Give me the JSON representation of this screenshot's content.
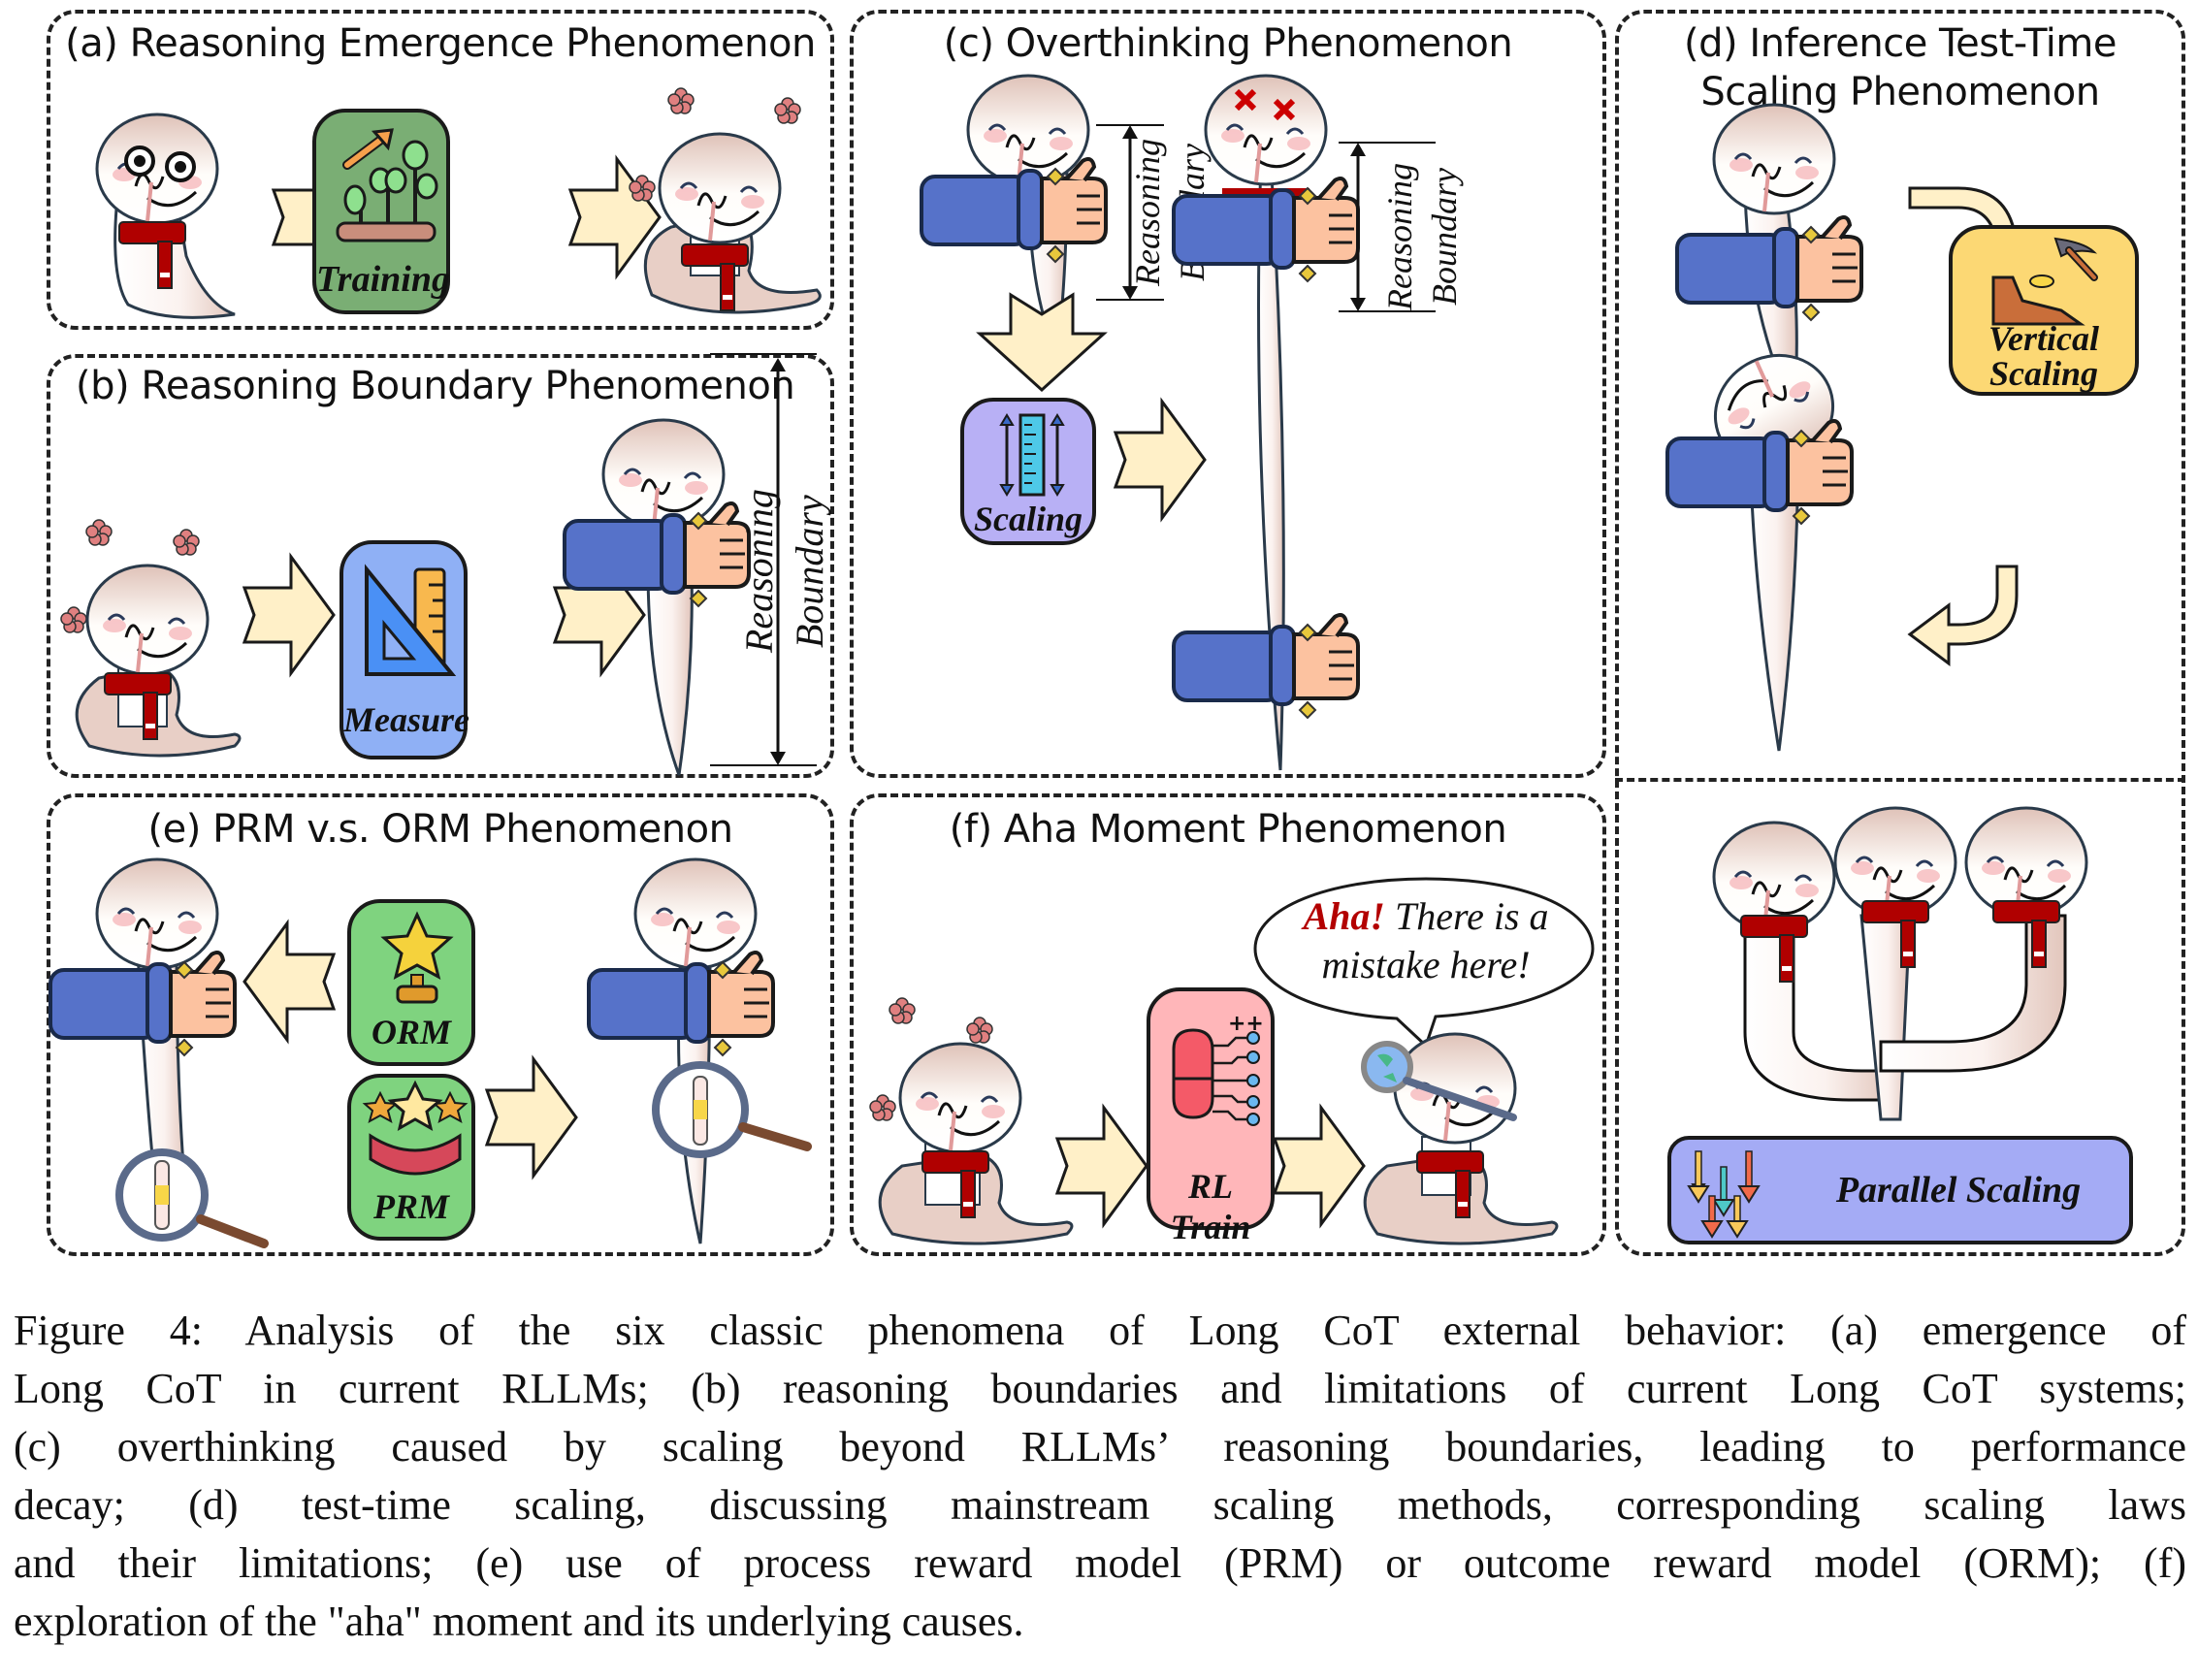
{
  "figure": {
    "panels": {
      "a": {
        "title": "(a) Reasoning Emergence Phenomenon",
        "box_label": "Training",
        "box_icon": "plant-growth-icon",
        "box_color": "#7aae74"
      },
      "b": {
        "title": "(b) Reasoning Boundary Phenomenon",
        "box_label": "Measure",
        "box_icon": "set-square-ruler-icon",
        "box_color": "#8fb0f5",
        "dimension_label_1": "Reasoning",
        "dimension_label_2": "Boundary"
      },
      "c": {
        "title": "(c) Overthinking Phenomenon",
        "box_label": "Scaling",
        "box_icon": "ruler-scaling-icon",
        "box_color": "#b8b0f5",
        "dimension_left_1": "Reasoning",
        "dimension_left_2": "Boundary",
        "dimension_right_1": "Reasoning",
        "dimension_right_2": "Boundary"
      },
      "d": {
        "title_line1": "(d) Inference Test-Time",
        "title_line2": "Scaling Phenomenon",
        "vertical_label_1": "Vertical",
        "vertical_label_2": "Scaling",
        "vertical_icon": "pickaxe-mining-icon",
        "vertical_color": "#fcd874",
        "parallel_label": "Parallel Scaling",
        "parallel_icon": "parallel-arrows-icon",
        "parallel_color": "#a4abf5"
      },
      "e": {
        "title": "(e) PRM v.s. ORM Phenomenon",
        "orm_label": "ORM",
        "orm_icon": "trophy-star-icon",
        "prm_label": "PRM",
        "prm_icon": "stars-ribbon-icon",
        "box_color": "#7fd37f"
      },
      "f": {
        "title": "(f) Aha Moment Phenomenon",
        "box_label": "RL Train",
        "box_icon": "brain-circuit-icon",
        "box_color": "#ffb6b9",
        "bubble_aha": "Aha!",
        "bubble_rest_1": " There is a",
        "bubble_rest_2": "mistake here!"
      }
    },
    "caption": {
      "lines": [
        "Figure 4:  Analysis of the six classic phenomena of Long CoT external behavior: (a) emergence of",
        "Long CoT in current RLLMs; (b) reasoning boundaries and limitations of current Long CoT systems;",
        "(c) overthinking caused by scaling beyond RLLMs’ reasoning boundaries, leading to performance",
        "decay; (d) test-time scaling, discussing mainstream scaling methods, corresponding scaling laws",
        "and their limitations; (e) use of process reward model (PRM) or outcome reward model (ORM); (f)",
        "exploration of the \"aha\" moment and its underlying causes."
      ]
    },
    "colors": {
      "arrow_fill": "#fff0c8",
      "snake_body": "#e8cfc6",
      "scarf": "#b00000",
      "sleeve": "#5672c9",
      "hand": "#fcc2a0",
      "flower": "#e08080"
    }
  }
}
